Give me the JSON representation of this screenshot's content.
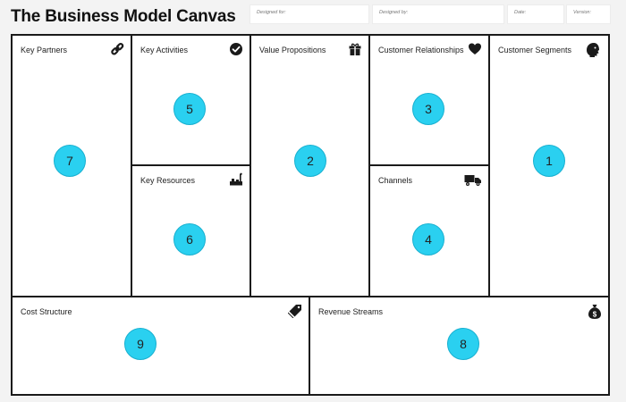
{
  "header": {
    "title": "The Business Model Canvas",
    "designed_for_label": "Designed for:",
    "designed_by_label": "Designed by:",
    "date_label": "Date:",
    "version_label": "Version:"
  },
  "blocks": {
    "key_partners": {
      "label": "Key Partners",
      "number": "7",
      "icon": "link-icon"
    },
    "key_activities": {
      "label": "Key Activities",
      "number": "5",
      "icon": "check-circle-icon"
    },
    "key_resources": {
      "label": "Key Resources",
      "number": "6",
      "icon": "factory-icon"
    },
    "value_propositions": {
      "label": "Value Propositions",
      "number": "2",
      "icon": "gift-icon"
    },
    "customer_relationships": {
      "label": "Customer Relationships",
      "number": "3",
      "icon": "heart-icon"
    },
    "channels": {
      "label": "Channels",
      "number": "4",
      "icon": "truck-icon"
    },
    "customer_segments": {
      "label": "Customer Segments",
      "number": "1",
      "icon": "head-icon"
    },
    "cost_structure": {
      "label": "Cost Structure",
      "number": "9",
      "icon": "tag-icon"
    },
    "revenue_streams": {
      "label": "Revenue Streams",
      "number": "8",
      "icon": "money-bag-icon"
    }
  },
  "colors": {
    "number_circle": "#2ad0f0",
    "border": "#1a1a1a"
  }
}
